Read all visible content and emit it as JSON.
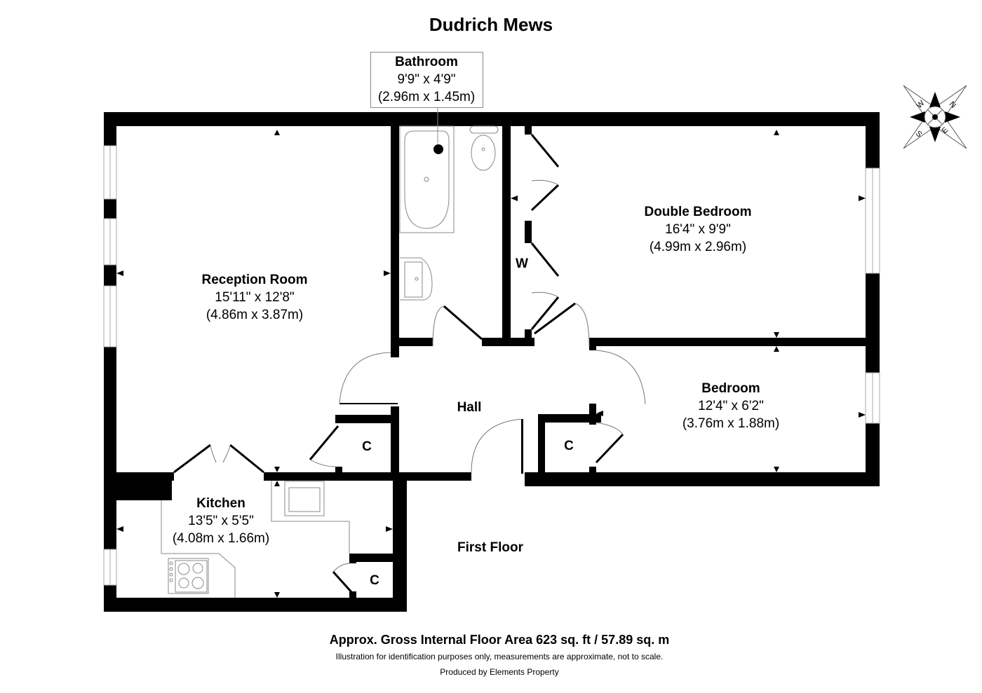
{
  "title": "Dudrich Mews",
  "floor_label": "First Floor",
  "rooms": {
    "bathroom": {
      "name": "Bathroom",
      "imperial": "9'9\" x 4'9\"",
      "metric": "(2.96m x 1.45m)"
    },
    "reception": {
      "name": "Reception Room",
      "imperial": "15'11\" x 12'8\"",
      "metric": "(4.86m x 3.87m)"
    },
    "double_bedroom": {
      "name": "Double Bedroom",
      "imperial": "16'4\" x 9'9\"",
      "metric": "(4.99m x 2.96m)"
    },
    "bedroom": {
      "name": "Bedroom",
      "imperial": "12'4\" x 6'2\"",
      "metric": "(3.76m x 1.88m)"
    },
    "kitchen": {
      "name": "Kitchen",
      "imperial": "13'5\" x 5'5\"",
      "metric": "(4.08m x 1.66m)"
    },
    "hall": {
      "name": "Hall"
    },
    "wardrobe": {
      "name": "W"
    },
    "cupboards": [
      {
        "name": "C"
      },
      {
        "name": "C"
      },
      {
        "name": "C"
      }
    ]
  },
  "compass": {
    "labels": [
      "N",
      "E",
      "S",
      "W"
    ]
  },
  "footer": {
    "area": "Approx. Gross Internal Floor Area 623 sq. ft / 57.89 sq. m",
    "disclaimer": "Illustration for identification purposes only, measurements are approximate, not to scale.",
    "credit": "Produced by Elements Property"
  },
  "colors": {
    "wall": "#000000",
    "fixture_line": "#888888",
    "background": "#ffffff"
  }
}
